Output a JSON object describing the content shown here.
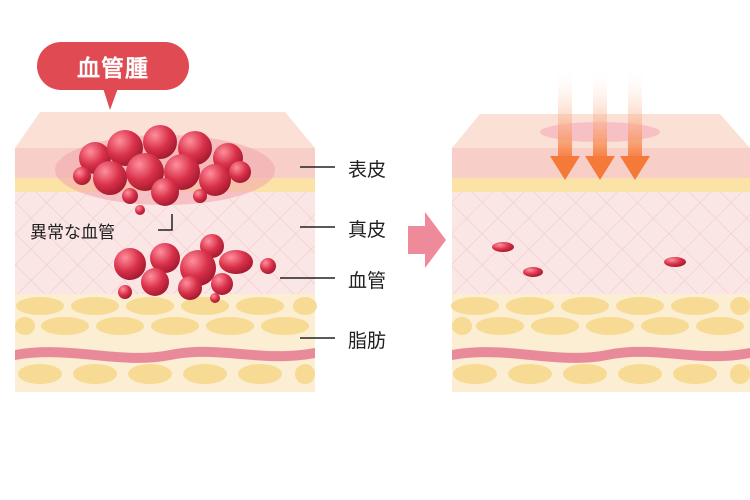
{
  "callout": {
    "title": "血管腫"
  },
  "labels": {
    "epidermis": "表皮",
    "dermis": "真皮",
    "vessel": "血管",
    "fat": "脂肪",
    "abnormal": "異常な血管"
  },
  "colors": {
    "callout": "#e04a52",
    "epidermis": "#f7cfc8",
    "dermis": "#fbe6e6",
    "fat": "#f7e0a6",
    "vessel": "#d9314a",
    "laser": "#f57a3a",
    "transition_arrow": "#ef8a9a"
  },
  "icons": {
    "transition": "arrow-right-icon",
    "laser": "laser-down-arrow-icon"
  }
}
